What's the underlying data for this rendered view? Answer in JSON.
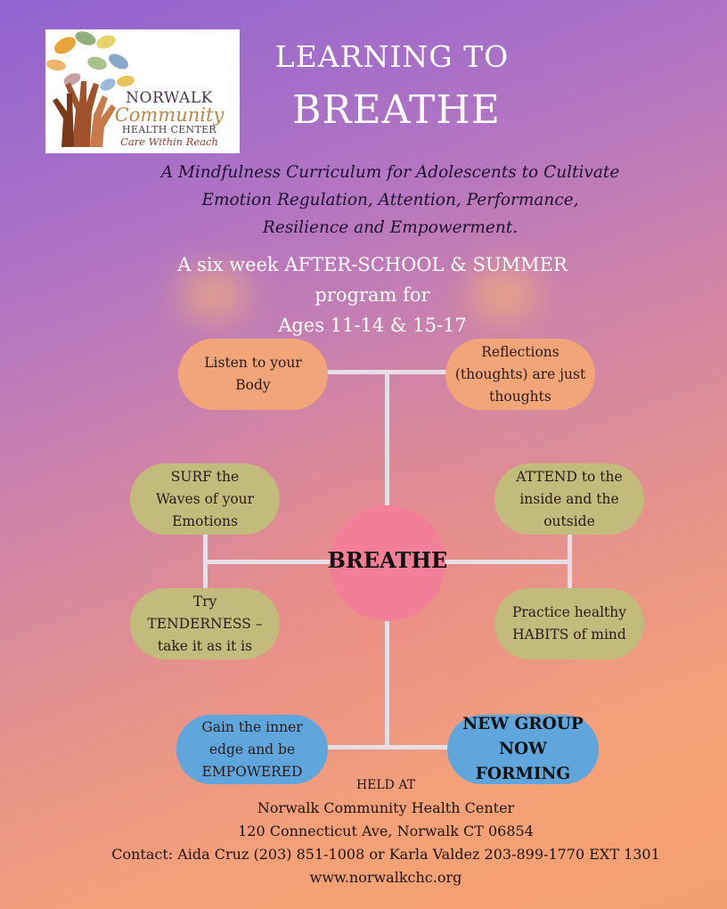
{
  "logo": {
    "line1": "NORWALK",
    "line2": "Community",
    "line3": "HEALTH CENTER",
    "line4": "Care Within Reach"
  },
  "title": {
    "line1": "LEARNING TO",
    "line2": "BREATHE"
  },
  "subtitle": {
    "line1": "A Mindfulness Curriculum for Adolescents to Cultivate",
    "line2": "Emotion Regulation, Attention, Performance,",
    "line3": "Resilience and Empowerment."
  },
  "program": {
    "line1": "A six week AFTER-SCHOOL & SUMMER",
    "line2": "program for",
    "line3": "Ages 11-14 & 15-17"
  },
  "diagram": {
    "center": "BREATHE",
    "listen": [
      "Listen to your",
      "Body"
    ],
    "reflections": [
      "Reflections",
      "(thoughts) are just",
      "thoughts"
    ],
    "surf": [
      "SURF the",
      "Waves of your",
      "Emotions"
    ],
    "attend": [
      "ATTEND to the",
      "inside and the",
      "outside"
    ],
    "tenderness": [
      "Try",
      "TENDERNESS –",
      "take it as it is"
    ],
    "habits": [
      "Practice healthy",
      "HABITS of mind"
    ],
    "empowered": [
      "Gain the inner",
      "edge and be",
      "EMPOWERED"
    ],
    "new_group": [
      "NEW GROUP",
      "NOW",
      "FORMING"
    ]
  },
  "footer": {
    "held_at": "HELD AT",
    "org": "Norwalk Community Health Center",
    "address": "120 Connecticut Ave, Norwalk CT 06854",
    "contact": "Contact: Aida Cruz (203) 851-1008 or  Karla Valdez 203-899-1770 EXT 1301",
    "website": "www.norwalkchc.org"
  },
  "colors": {
    "orange_pill": "#f2a578",
    "olive_pill": "#c2bb7b",
    "blue_pill": "#5ea6dc",
    "center_circle": "#f27f97"
  }
}
